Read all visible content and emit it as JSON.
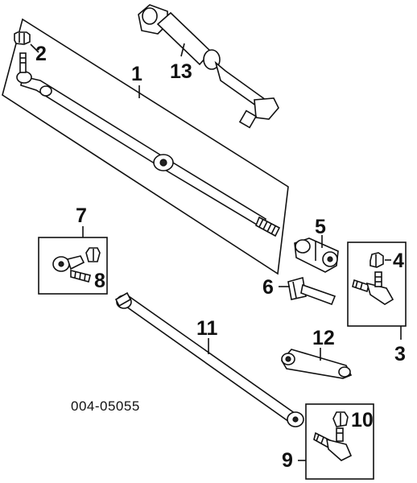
{
  "diagram": {
    "callouts": {
      "c1": "1",
      "c2": "2",
      "c3": "3",
      "c4": "4",
      "c5": "5",
      "c6": "6",
      "c7": "7",
      "c8": "8",
      "c9": "9",
      "c10": "10",
      "c11": "11",
      "c12": "12",
      "c13": "13"
    },
    "diagram_code": "004-05055"
  }
}
